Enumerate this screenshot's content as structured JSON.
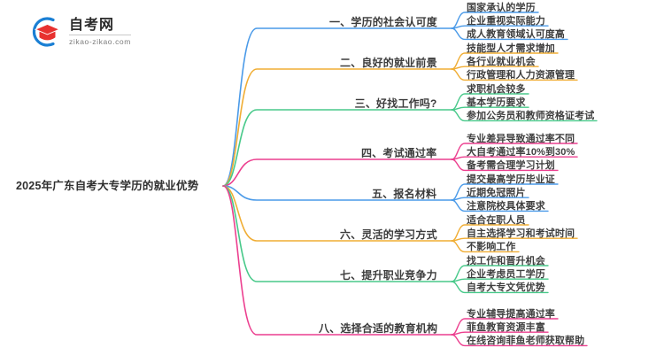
{
  "logo": {
    "title": "自考网",
    "subtitle": "zikao-zikao.com",
    "mark_icon": "graduation-cap-logo-icon",
    "arc_color": "#1a7fd4",
    "cap_color": "#e8312f"
  },
  "mindmap": {
    "root": "2025年广东自考大专学历的就业优势",
    "branches": [
      {
        "label": "一、学历的社会认可度",
        "color": "#4a9ae8",
        "children": [
          "国家承认的学历",
          "企业重视实际能力",
          "成人教育领域认可度高"
        ]
      },
      {
        "label": "二、良好的就业前景",
        "color": "#f0ad34",
        "children": [
          "技能型人才需求增加",
          "各行业就业机会",
          "行政管理和人力资源管理"
        ]
      },
      {
        "label": "三、好找工作吗?",
        "color": "#48c98a",
        "children": [
          "求职机会较多",
          "基本学历要求",
          "参加公务员和教师资格证考试"
        ]
      },
      {
        "label": "四、考试通过率",
        "color": "#ec3f8f",
        "children": [
          "专业差异导致通过率不同",
          "大自考通过率10%到30%",
          "备考需合理学习计划"
        ]
      },
      {
        "label": "五、报名材料",
        "color": "#4a9ae8",
        "children": [
          "提交最高学历毕业证",
          "近期免冠照片",
          "注意院校具体要求"
        ]
      },
      {
        "label": "六、灵活的学习方式",
        "color": "#f0ad34",
        "children": [
          "适合在职人员",
          "自主选择学习和考试时间",
          "不影响工作"
        ]
      },
      {
        "label": "七、提升职业竞争力",
        "color": "#48c98a",
        "children": [
          "找工作和晋升机会",
          "企业考虑员工学历",
          "自考大专文凭优势"
        ]
      },
      {
        "label": "八、选择合适的教育机构",
        "color": "#ec3f8f",
        "children": [
          "专业辅导提高通过率",
          "菲鱼教育资源丰富",
          "在线咨询菲鱼老师获取帮助"
        ]
      }
    ]
  }
}
